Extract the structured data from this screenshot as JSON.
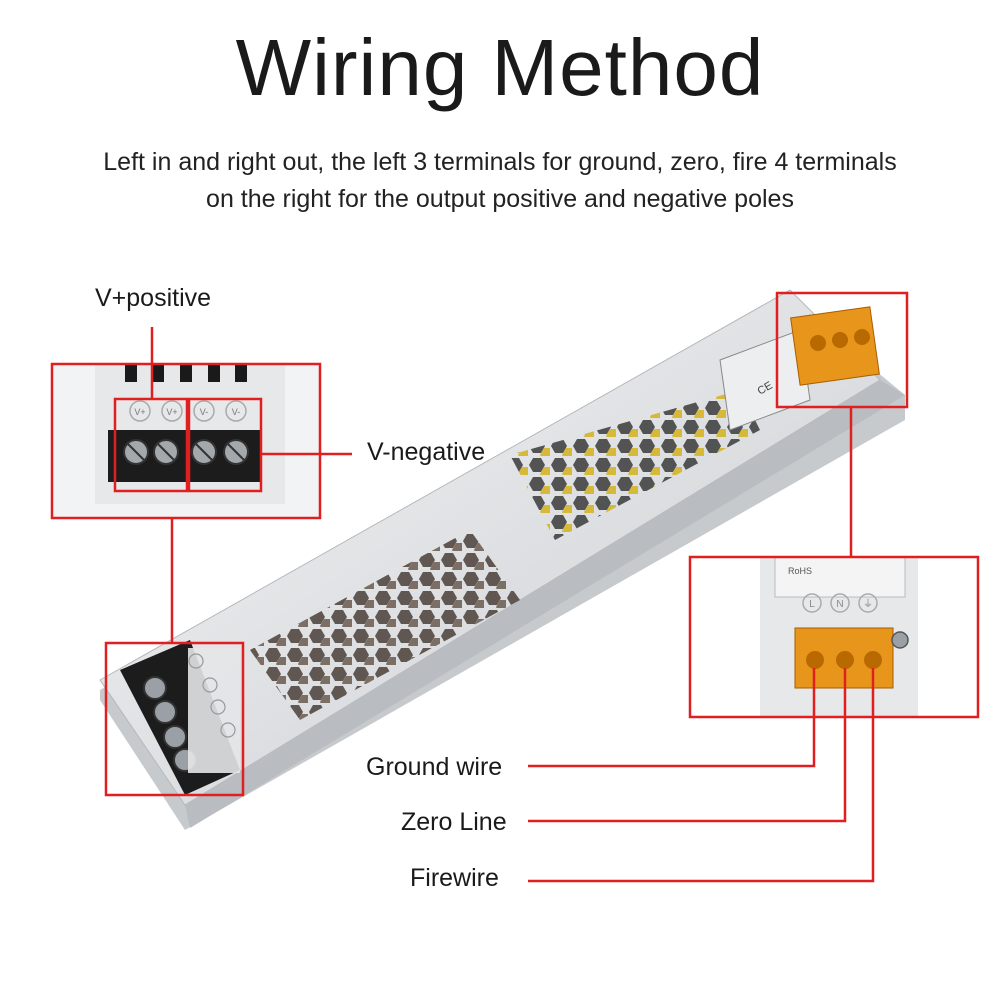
{
  "title": "Wiring Method",
  "subtitle_line1": "Left in and right out, the left 3 terminals for ground, zero, fire 4 terminals",
  "subtitle_line2": "on the right for the output positive and negative poles",
  "labels": {
    "v_positive": "V+positive",
    "v_negative": "V-negative",
    "ground_wire": "Ground wire",
    "zero_line": "Zero Line",
    "firewire": "Firewire"
  },
  "terminal_marks": {
    "vplus": "V+",
    "vminus": "V-",
    "live": "L",
    "neutral": "N",
    "rohs": "RoHS",
    "ce": "CE"
  },
  "colors": {
    "callout_red": "#e02020",
    "housing": "#dcdee1",
    "terminal_black": "#1c1c1c",
    "input_terminal_amber": "#e8951c"
  }
}
